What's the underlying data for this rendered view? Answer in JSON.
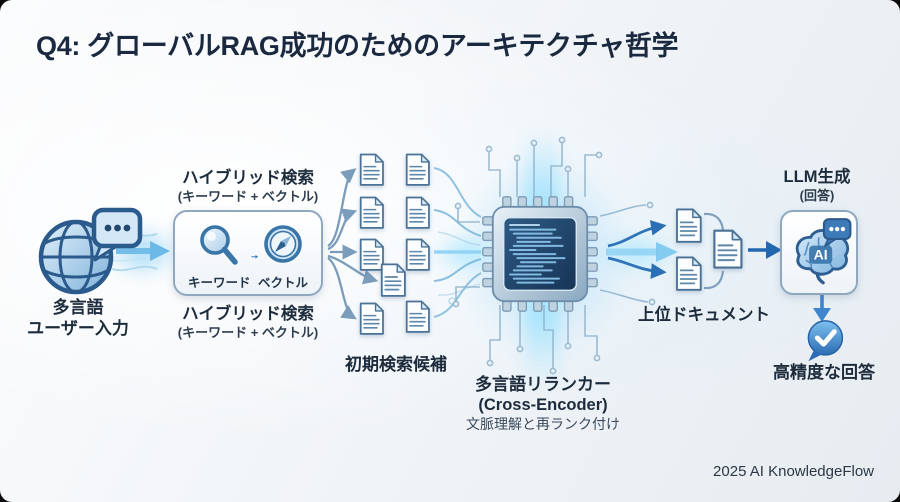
{
  "page": {
    "title": "Q4: グローバルRAG成功のためのアーキテクチャ哲学",
    "credit": "2025 AI KnowledgeFlow"
  },
  "palette": {
    "title_text": "#1a2940",
    "label_text": "#1d2c3c",
    "accent_blue": "#2e7cd6",
    "flow_cyan": "#7ec8ef",
    "icon_outline": "#2b5a8c",
    "chip_screen": "#1d4066",
    "doc_outline": "#4a7296"
  },
  "input": {
    "icon": "globe-chat-icon",
    "label_line1": "多言語",
    "label_line2": "ユーザー入力"
  },
  "hybrid": {
    "title_top": "ハイブリッド検索",
    "subtitle_top": "(キーワード + ベクトル)",
    "keyword_icon": "magnifier-icon",
    "keyword_label": "キーワード",
    "vector_icon": "compass-icon",
    "vector_label": "ベクトル",
    "title_bottom": "ハイブリッド検索",
    "subtitle_bottom": "(キーワード + ベクトル)"
  },
  "candidates": {
    "icon": "document-icon",
    "doc_count": 9,
    "label": "初期検索候補"
  },
  "reranker": {
    "icon": "chip-icon",
    "title": "多言語リランカー",
    "subtitle": "(Cross-Encoder)",
    "description": "文脈理解と再ランク付け"
  },
  "top_documents": {
    "icon": "document-icon",
    "doc_count": 3,
    "label": "上位ドキュメント"
  },
  "llm": {
    "title": "LLM生成",
    "subtitle": "(回答)",
    "icon": "brain-ai-icon",
    "icon_label": "AI"
  },
  "answer": {
    "icon": "check-bubble-icon",
    "label": "高精度な回答"
  }
}
